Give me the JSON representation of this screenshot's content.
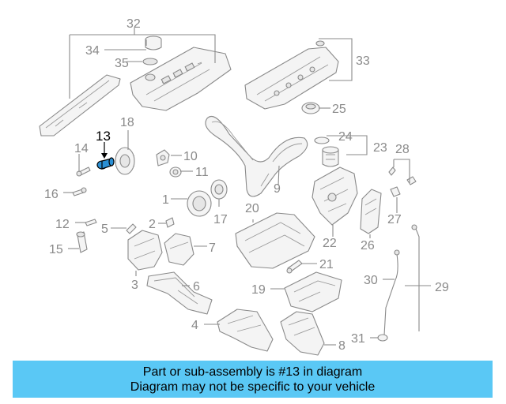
{
  "callouts": [
    {
      "id": "1",
      "label": "1"
    },
    {
      "id": "2",
      "label": "2"
    },
    {
      "id": "3",
      "label": "3"
    },
    {
      "id": "4",
      "label": "4"
    },
    {
      "id": "5",
      "label": "5"
    },
    {
      "id": "6",
      "label": "6"
    },
    {
      "id": "7",
      "label": "7"
    },
    {
      "id": "8",
      "label": "8"
    },
    {
      "id": "9",
      "label": "9"
    },
    {
      "id": "10",
      "label": "10"
    },
    {
      "id": "11",
      "label": "11"
    },
    {
      "id": "12",
      "label": "12"
    },
    {
      "id": "13",
      "label": "13",
      "highlighted": true
    },
    {
      "id": "14",
      "label": "14"
    },
    {
      "id": "15",
      "label": "15"
    },
    {
      "id": "16",
      "label": "16"
    },
    {
      "id": "17",
      "label": "17"
    },
    {
      "id": "18",
      "label": "18"
    },
    {
      "id": "19",
      "label": "19"
    },
    {
      "id": "20",
      "label": "20"
    },
    {
      "id": "21",
      "label": "21"
    },
    {
      "id": "22",
      "label": "22"
    },
    {
      "id": "23",
      "label": "23"
    },
    {
      "id": "24",
      "label": "24"
    },
    {
      "id": "25",
      "label": "25"
    },
    {
      "id": "26",
      "label": "26"
    },
    {
      "id": "27",
      "label": "27"
    },
    {
      "id": "28",
      "label": "28"
    },
    {
      "id": "29",
      "label": "29"
    },
    {
      "id": "30",
      "label": "30"
    },
    {
      "id": "31",
      "label": "31"
    },
    {
      "id": "32",
      "label": "32"
    },
    {
      "id": "33",
      "label": "33"
    },
    {
      "id": "34",
      "label": "34"
    },
    {
      "id": "35",
      "label": "35"
    }
  ],
  "highlight_color": "#2a8fd4",
  "banner": {
    "line1": "Part or sub-assembly is #13 in diagram",
    "line2": "Diagram may not be specific to your vehicle",
    "background": "#5ac8f5"
  }
}
